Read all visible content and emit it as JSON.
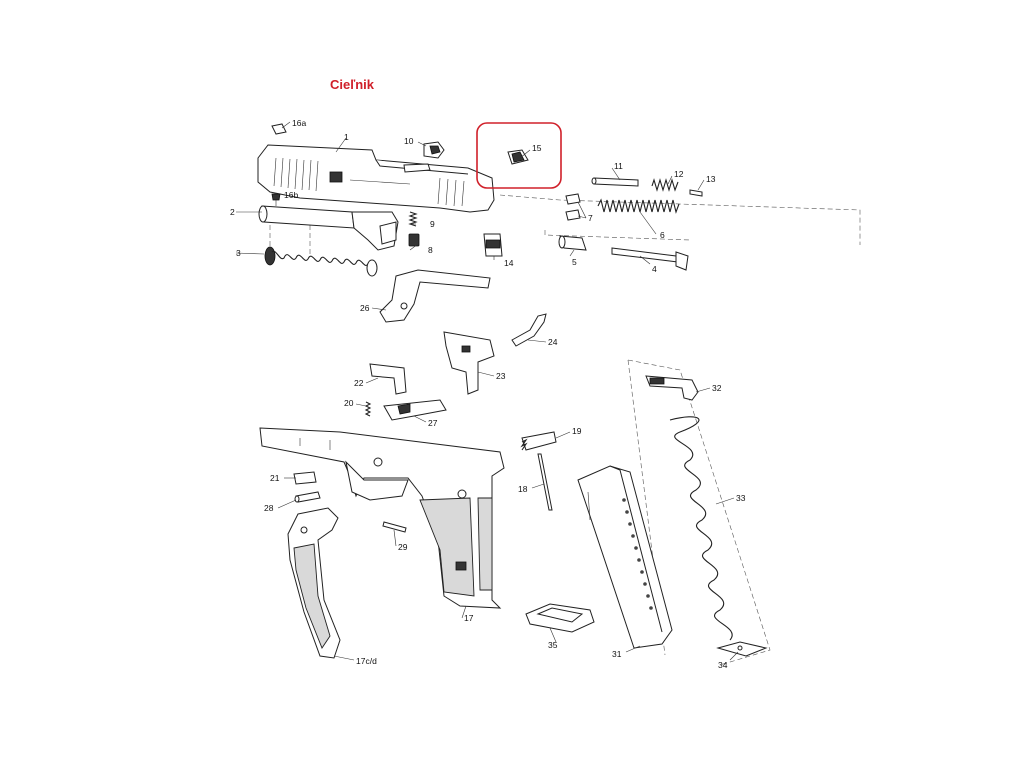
{
  "header": {
    "title": "Cieľnik"
  },
  "colors": {
    "highlight": "#d0202a",
    "line": "#222222"
  },
  "labels": {
    "l1": "1",
    "l2": "2",
    "l3": "3",
    "l4": "4",
    "l5": "5",
    "l6": "6",
    "l7": "7",
    "l8": "8",
    "l9": "9",
    "l10": "10",
    "l11": "11",
    "l12": "12",
    "l13": "13",
    "l14": "14",
    "l15": "15",
    "l16a": "16a",
    "l16b": "16b",
    "l17": "17",
    "l17cd": "17c/d",
    "l18": "18",
    "l19": "19",
    "l20": "20",
    "l21": "21",
    "l22": "22",
    "l23": "23",
    "l24": "24",
    "l26": "26",
    "l27": "27",
    "l28": "28",
    "l29": "29",
    "l31": "31",
    "l32": "32",
    "l33": "33",
    "l34": "34",
    "l35": "35"
  }
}
